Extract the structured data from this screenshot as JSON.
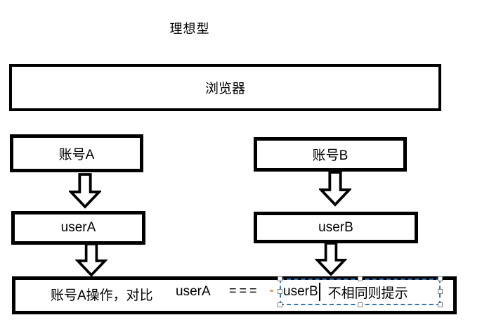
{
  "title": "理想型",
  "nodes": {
    "browser": {
      "label": "浏览器"
    },
    "account_a": {
      "label": "账号A"
    },
    "account_b": {
      "label": "账号B"
    },
    "user_a": {
      "label": "userA"
    },
    "user_b": {
      "label": "userB"
    }
  },
  "result_note": {
    "prefix": "账号A操作，对比",
    "left_operand": "userA",
    "operator": "===",
    "selected_text": "userB",
    "suffix": "不相同则提示"
  },
  "icons": {
    "connector": "block-down-arrow-icon"
  },
  "colors": {
    "ink": "#000000",
    "canvas": "#ffffff",
    "selection_blue": "#2e75b6",
    "handle_border": "#7f7f7f",
    "handle_fill": "#ffffff",
    "stray_mark": "#d98e4a"
  }
}
